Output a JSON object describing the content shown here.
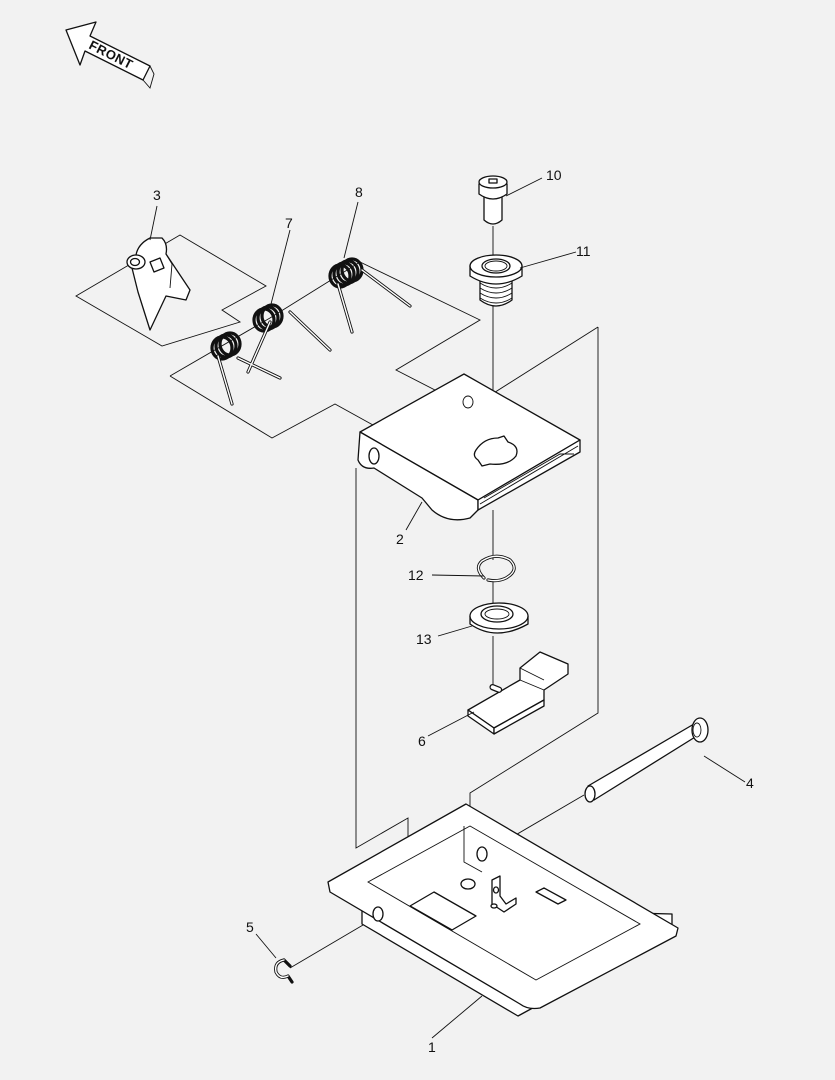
{
  "front_arrow": {
    "label": "FRONT"
  },
  "callouts": [
    {
      "id": "1",
      "label": "1"
    },
    {
      "id": "2",
      "label": "2"
    },
    {
      "id": "3",
      "label": "3"
    },
    {
      "id": "4",
      "label": "4"
    },
    {
      "id": "5",
      "label": "5"
    },
    {
      "id": "6",
      "label": "6"
    },
    {
      "id": "7",
      "label": "7"
    },
    {
      "id": "8",
      "label": "8"
    },
    {
      "id": "10",
      "label": "10"
    },
    {
      "id": "11",
      "label": "11"
    },
    {
      "id": "12",
      "label": "12"
    },
    {
      "id": "13",
      "label": "13"
    }
  ]
}
